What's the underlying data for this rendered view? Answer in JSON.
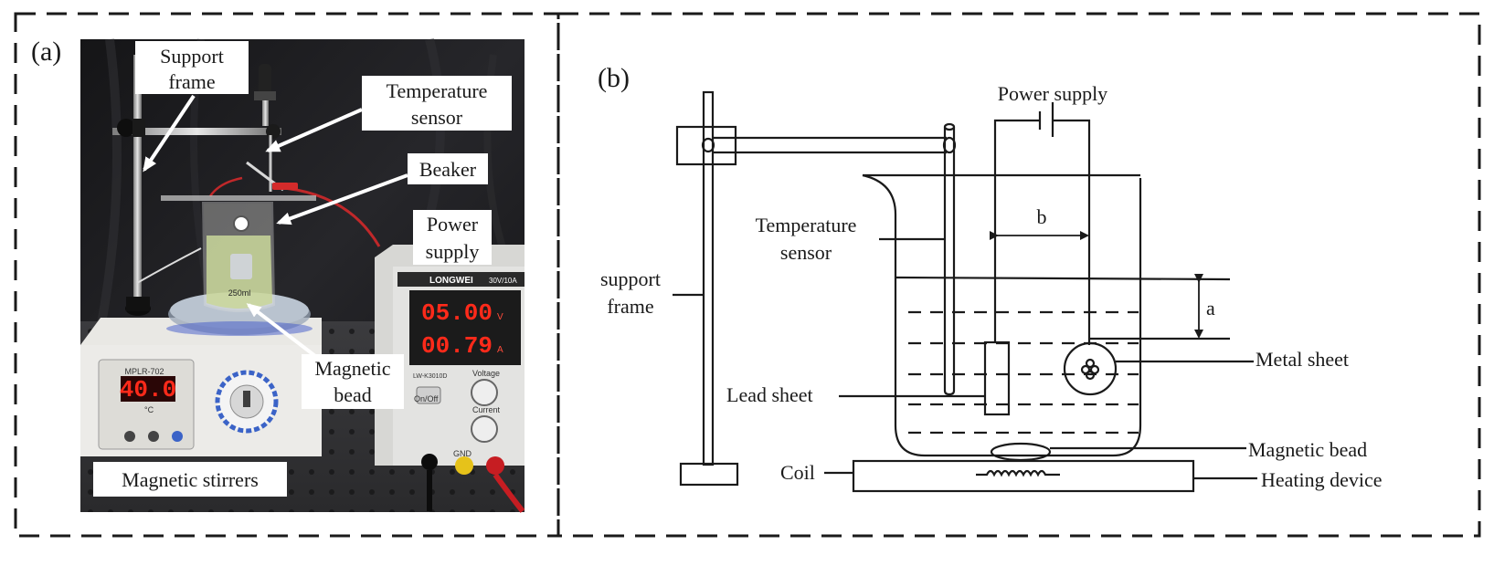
{
  "panel_a": {
    "tag": "(a)",
    "labels": {
      "support_frame_1": "Support",
      "support_frame_2": "frame",
      "temperature_sensor_1": "Temperature",
      "temperature_sensor_2": "sensor",
      "beaker": "Beaker",
      "power_supply_1": "Power",
      "power_supply_2": "supply",
      "magnetic_bead_1": "Magnetic",
      "magnetic_bead_2": "bead",
      "magnetic_stirrers": "Magnetic stirrers"
    },
    "photo_text": {
      "stirrer_model": "MPLR-702",
      "stirrer_display": "40.0",
      "stirrer_unit": "°C",
      "psu_brand": "LONGWEI",
      "psu_rating": "30V/10A",
      "psu_voltage": "05.00",
      "psu_current": "00.79",
      "psu_v_unit": "V",
      "psu_a_unit": "A",
      "psu_model": "LW-K3010D",
      "psu_onoff": "On/Off",
      "psu_voltage_knob": "Voltage",
      "psu_current_knob": "Current",
      "psu_gnd": "GND",
      "beaker_volume": "250ml"
    }
  },
  "panel_b": {
    "tag": "(b)",
    "labels": {
      "power_supply": "Power supply",
      "temperature_sensor_1": "Temperature",
      "temperature_sensor_2": "sensor",
      "support_frame_1": "support",
      "support_frame_2": "frame",
      "b": "b",
      "a": "a",
      "metal_sheet": "Metal sheet",
      "lead_sheet": "Lead sheet",
      "magnetic_bead": "Magnetic bead",
      "coil": "Coil",
      "heating_device": "Heating device"
    }
  },
  "colors": {
    "line": "#1a1a1a",
    "photo_background": "#1c1c1e",
    "segment_display": "#ff2a1a",
    "psu_body": "#e3e3e1",
    "stirrer_body": "#ecebe8",
    "solution": "#c9d79a"
  }
}
